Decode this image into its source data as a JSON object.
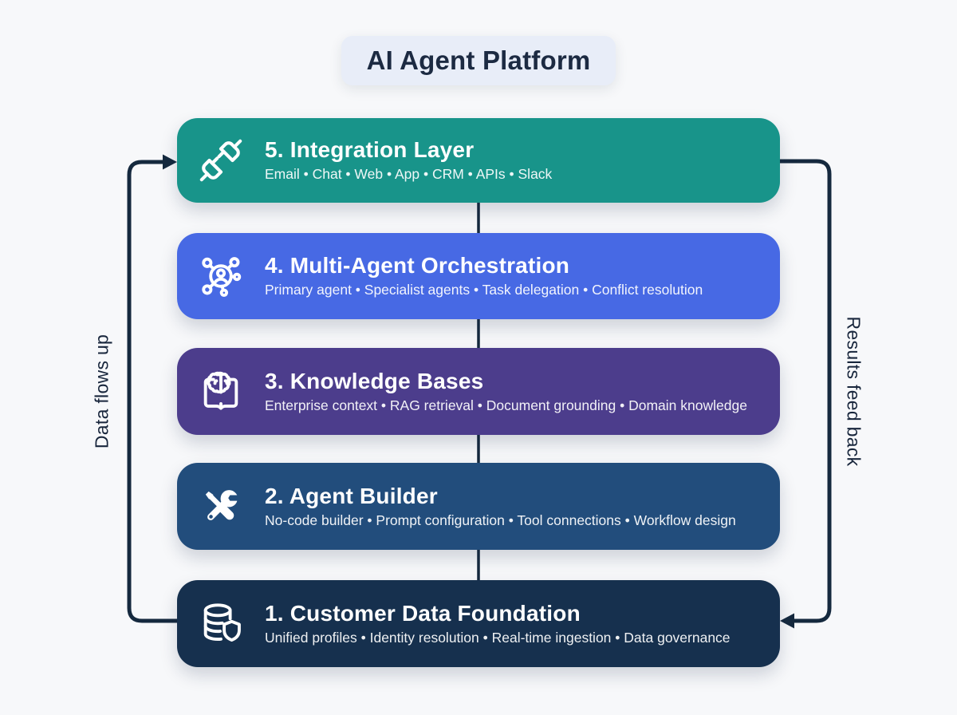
{
  "title": "AI Agent Platform",
  "left_label": "Data flows up",
  "right_label": "Results feed back",
  "colors": {
    "background": "#f7f8fa",
    "title_bg": "#e8edf8",
    "title_text": "#1c2a42",
    "line": "#15293e",
    "label_text": "#18263c"
  },
  "layers": [
    {
      "title": "5. Integration Layer",
      "subtitle": "Email • Chat • Web • App • CRM • APIs • Slack",
      "color": "#18948a",
      "icon": "plug-icon"
    },
    {
      "title": "4. Multi-Agent Orchestration",
      "subtitle": "Primary agent • Specialist agents • Task delegation • Conflict resolution",
      "color": "#4769e4",
      "icon": "multi-agent-network-icon"
    },
    {
      "title": "3. Knowledge Bases",
      "subtitle": "Enterprise context • RAG retrieval • Document grounding • Domain knowledge",
      "color": "#4c3d8c",
      "icon": "book-brain-icon"
    },
    {
      "title": "2. Agent Builder",
      "subtitle": "No-code builder • Prompt configuration • Tool connections • Workflow design",
      "color": "#224d7c",
      "icon": "screwdriver-wrench-icon"
    },
    {
      "title": "1. Customer Data Foundation",
      "subtitle": "Unified profiles • Identity resolution • Real-time ingestion • Data governance",
      "color": "#16304e",
      "icon": "database-shield-icon"
    }
  ]
}
